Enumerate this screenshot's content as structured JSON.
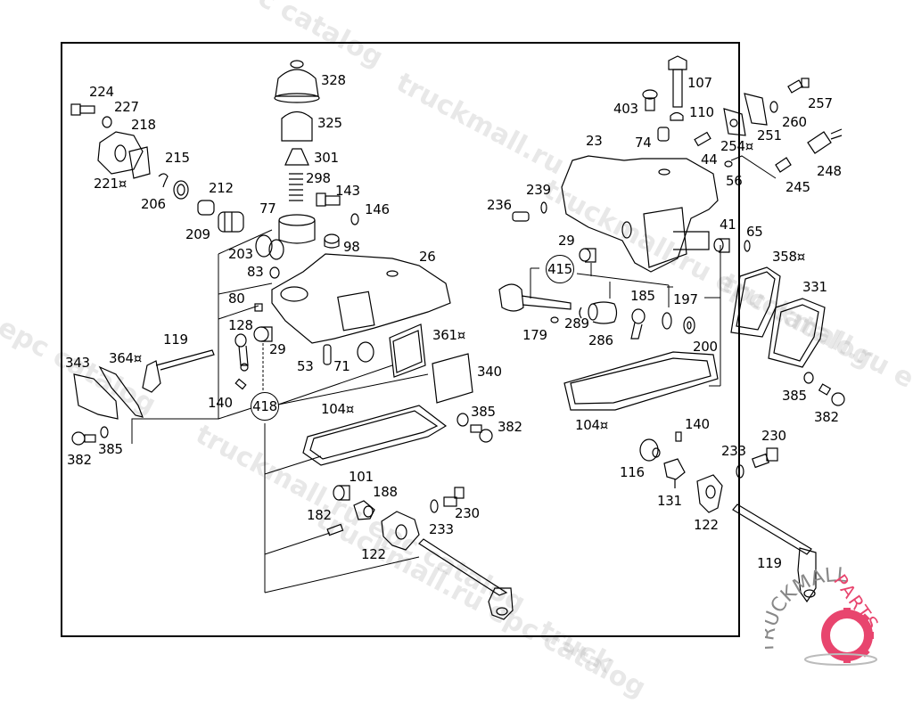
{
  "diagram": {
    "type": "exploded-parts-diagram",
    "frame_color": "#000000",
    "part_labels": [
      {
        "id": "p224",
        "text": "224"
      },
      {
        "id": "p227",
        "text": "227"
      },
      {
        "id": "p218",
        "text": "218"
      },
      {
        "id": "p215",
        "text": "215"
      },
      {
        "id": "p221",
        "text": "221¤"
      },
      {
        "id": "p206",
        "text": "206"
      },
      {
        "id": "p212",
        "text": "212"
      },
      {
        "id": "p209",
        "text": "209"
      },
      {
        "id": "p328",
        "text": "328"
      },
      {
        "id": "p325",
        "text": "325"
      },
      {
        "id": "p301",
        "text": "301"
      },
      {
        "id": "p298",
        "text": "298"
      },
      {
        "id": "p143",
        "text": "143"
      },
      {
        "id": "p146",
        "text": "146"
      },
      {
        "id": "p77",
        "text": "77"
      },
      {
        "id": "p98",
        "text": "98"
      },
      {
        "id": "p203",
        "text": "203"
      },
      {
        "id": "p83",
        "text": "83"
      },
      {
        "id": "p26",
        "text": "26"
      },
      {
        "id": "p80",
        "text": "80"
      },
      {
        "id": "p128",
        "text": "128"
      },
      {
        "id": "p29a",
        "text": "29"
      },
      {
        "id": "p53",
        "text": "53"
      },
      {
        "id": "p71",
        "text": "71"
      },
      {
        "id": "p361",
        "text": "361¤"
      },
      {
        "id": "p340",
        "text": "340"
      },
      {
        "id": "p119a",
        "text": "119"
      },
      {
        "id": "p343",
        "text": "343"
      },
      {
        "id": "p364",
        "text": "364¤"
      },
      {
        "id": "p140a",
        "text": "140"
      },
      {
        "id": "p382a",
        "text": "382"
      },
      {
        "id": "p385a",
        "text": "385"
      },
      {
        "id": "p104a",
        "text": "104¤"
      },
      {
        "id": "p385b",
        "text": "385"
      },
      {
        "id": "p382b",
        "text": "382"
      },
      {
        "id": "p101",
        "text": "101"
      },
      {
        "id": "p188",
        "text": "188"
      },
      {
        "id": "p182",
        "text": "182"
      },
      {
        "id": "p230a",
        "text": "230"
      },
      {
        "id": "p233a",
        "text": "233"
      },
      {
        "id": "p122a",
        "text": "122"
      },
      {
        "id": "p107",
        "text": "107"
      },
      {
        "id": "p403",
        "text": "403"
      },
      {
        "id": "p110",
        "text": "110"
      },
      {
        "id": "p74",
        "text": "74"
      },
      {
        "id": "p23",
        "text": "23"
      },
      {
        "id": "p257",
        "text": "257"
      },
      {
        "id": "p260",
        "text": "260"
      },
      {
        "id": "p251",
        "text": "251"
      },
      {
        "id": "p254",
        "text": "254¤"
      },
      {
        "id": "p44",
        "text": "44"
      },
      {
        "id": "p56",
        "text": "56"
      },
      {
        "id": "p248",
        "text": "248"
      },
      {
        "id": "p245",
        "text": "245"
      },
      {
        "id": "p236",
        "text": "236"
      },
      {
        "id": "p239",
        "text": "239"
      },
      {
        "id": "p29b",
        "text": "29"
      },
      {
        "id": "p41",
        "text": "41"
      },
      {
        "id": "p65",
        "text": "65"
      },
      {
        "id": "p358",
        "text": "358¤"
      },
      {
        "id": "p331",
        "text": "331"
      },
      {
        "id": "p185",
        "text": "185"
      },
      {
        "id": "p197",
        "text": "197"
      },
      {
        "id": "p179",
        "text": "179"
      },
      {
        "id": "p289",
        "text": "289"
      },
      {
        "id": "p286",
        "text": "286"
      },
      {
        "id": "p200",
        "text": "200"
      },
      {
        "id": "p385c",
        "text": "385"
      },
      {
        "id": "p382c",
        "text": "382"
      },
      {
        "id": "p104b",
        "text": "104¤"
      },
      {
        "id": "p140b",
        "text": "140"
      },
      {
        "id": "p230b",
        "text": "230"
      },
      {
        "id": "p233b",
        "text": "233"
      },
      {
        "id": "p116",
        "text": "116"
      },
      {
        "id": "p131",
        "text": "131"
      },
      {
        "id": "p122b",
        "text": "122"
      },
      {
        "id": "p119b",
        "text": "119"
      }
    ],
    "assembly_callouts": [
      {
        "id": "a418",
        "text": "418"
      },
      {
        "id": "a415",
        "text": "415"
      }
    ]
  },
  "watermarks": [
    "c catalog",
    "truckmall.ru",
    "l epc catalog",
    "truckmall.ru epc catalog",
    "truckmall.ru e",
    "truckmall.ru epc catalog",
    "truckmall.ru epc catalog",
    "truck"
  ],
  "logo": {
    "text_left": "TRUCKMALL",
    "text_right": "PARTS",
    "accent_color": "#e8456e"
  }
}
